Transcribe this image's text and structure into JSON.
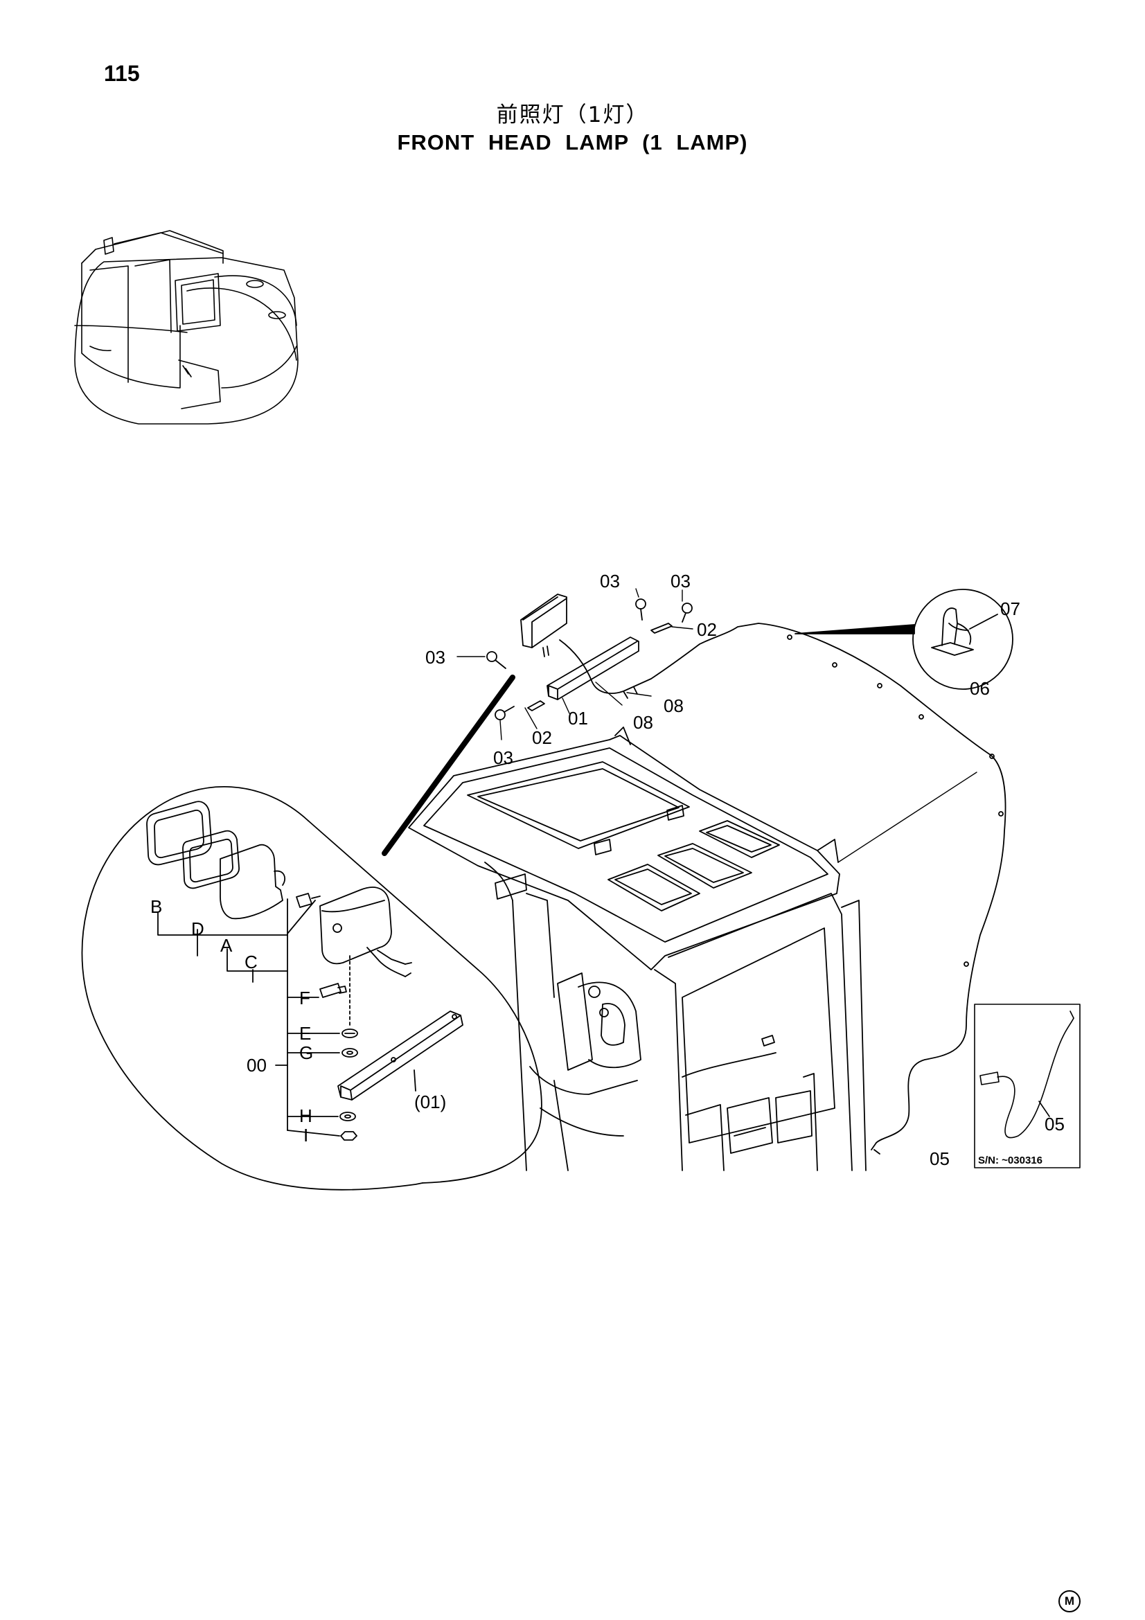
{
  "page": {
    "number": "115",
    "title_cn": "前照灯（1灯）",
    "title_en": "FRONT HEAD LAMP (1 LAMP)",
    "corner_mark": "M"
  },
  "callouts": {
    "upper": [
      "03",
      "03",
      "02",
      "03",
      "02",
      "01",
      "08",
      "08",
      "03"
    ],
    "detail": [
      "07",
      "06"
    ],
    "harness": [
      "05"
    ],
    "inset": {
      "part": "05",
      "serial": "S/N: ~030316"
    },
    "exploded": [
      "B",
      "D",
      "A",
      "C",
      "F",
      "E",
      "G",
      "00",
      "(01)",
      "H",
      "I"
    ]
  }
}
